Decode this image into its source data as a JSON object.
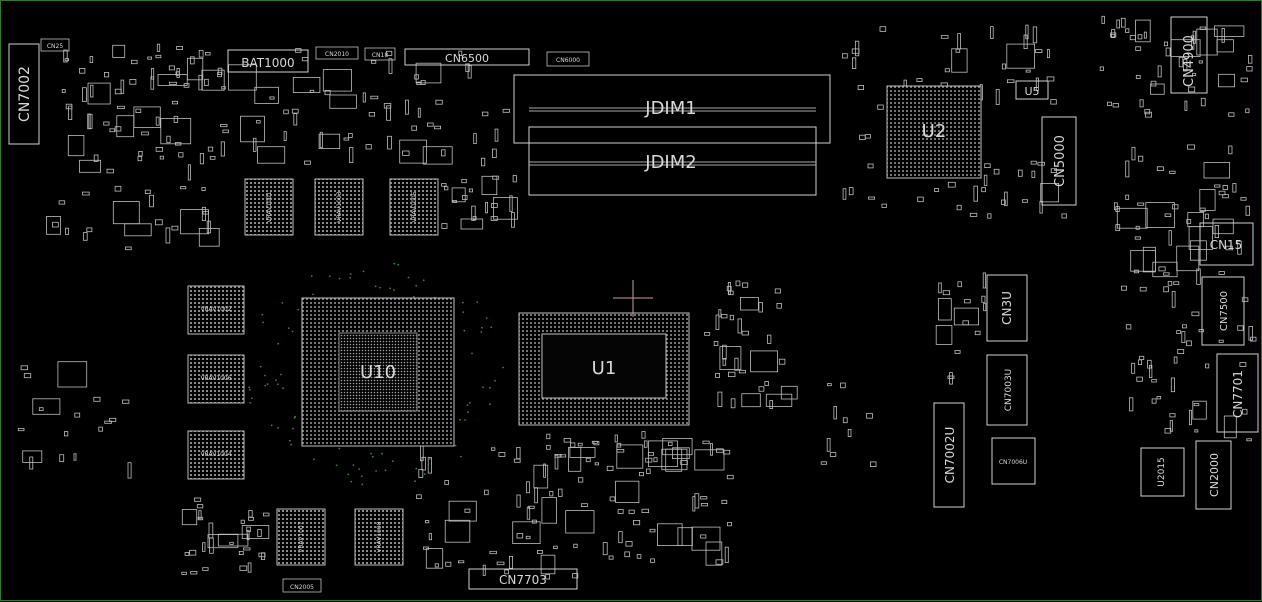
{
  "labels": {
    "u10": "U10",
    "u1": "U1",
    "u2": "U2",
    "u5": "U5",
    "jdim1": "JDIM1",
    "jdim2": "JDIM2",
    "cn7002": "CN7002",
    "bat1000": "BAT1000",
    "cn6500": "CN6500",
    "cn4900": "CN4900",
    "cn5000": "CN5000",
    "cn15": "CN15",
    "cn7500": "CN7500",
    "cn7701": "CN7701",
    "cn3u": "CN3U",
    "cn7003u": "CN7003U",
    "cn7002u": "CN7002U",
    "cn7006u": "CN7006U",
    "u2015": "U2015",
    "cn2000": "CN2000",
    "cn7703": "CN7703",
    "cn2005": "CN2005",
    "cn6000": "CN6000",
    "cn2010": "CN2010",
    "cn18": "CN18",
    "cn25": "CN25",
    "vrav1001": "VRAV1001",
    "vrav1002": "VRAV1002",
    "vrav1003": "VRAV1003",
    "vrav1004": "VRAV1004",
    "vrav1005": "VRAV1005",
    "vrav1006": "VRAV1006",
    "vrav1007": "VRAV1007",
    "vrav1008": "VRAV1008"
  },
  "colors": {
    "background": "#000000",
    "board_outline": "#2f7a2f",
    "silkscreen": "#cfcfcf",
    "marker": "#c9a0a0"
  }
}
